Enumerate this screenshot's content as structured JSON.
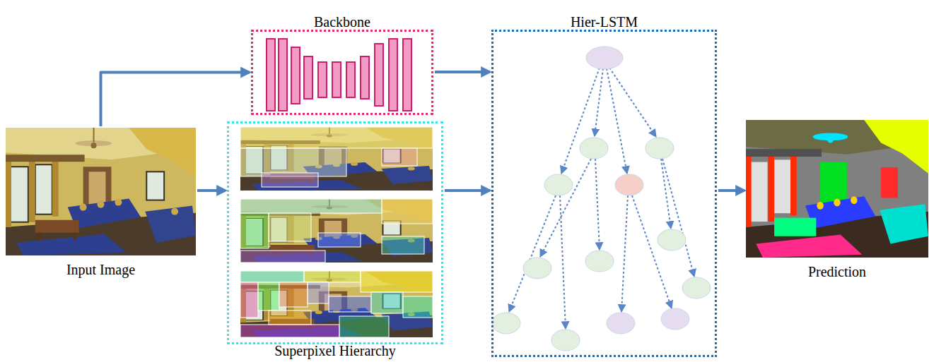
{
  "diagram": {
    "nodes": [
      {
        "text": [
          "Input Image"
        ]
      },
      {
        "text": [
          "Backbone"
        ]
      },
      {
        "text": [
          "Superpixel Hierarchy"
        ]
      },
      {
        "text": [
          "Hier-LSTM"
        ]
      },
      {
        "text": [
          "Prediction"
        ]
      }
    ],
    "edges": [
      {
        "from": 0,
        "to": 1,
        "arrow": "to"
      },
      {
        "from": 0,
        "to": 2,
        "arrow": "to"
      },
      {
        "from": 1,
        "to": 3,
        "arrow": "to"
      },
      {
        "from": 2,
        "to": 3,
        "arrow": "to"
      },
      {
        "from": 3,
        "to": 4,
        "arrow": "to"
      }
    ]
  }
}
